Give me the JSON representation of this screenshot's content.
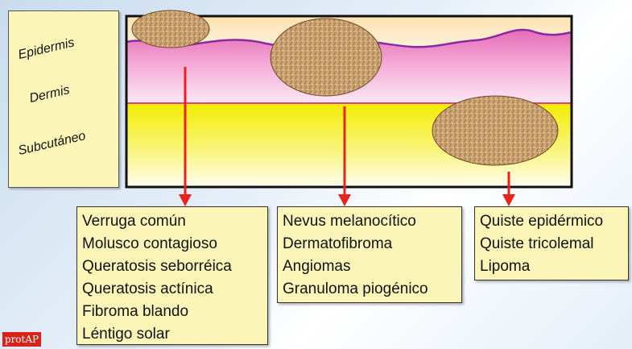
{
  "layers": {
    "epidermis": "Epidermis",
    "dermis": "Dermis",
    "subcutaneous": "Subcutáneo"
  },
  "columns": [
    {
      "items": [
        "Verruga común",
        "Molusco contagioso",
        "Queratosis seborréica",
        "Queratosis actínica",
        "Fibroma blando",
        "Léntigo solar"
      ]
    },
    {
      "items": [
        "Nevus melanocítico",
        "Dermatofibroma",
        "Angiomas",
        "Granuloma piogénico"
      ]
    },
    {
      "items": [
        "Quiste epidérmico",
        "Quiste tricolemal",
        "Lipoma"
      ]
    }
  ],
  "colors": {
    "epidermis_top": "#fbe9c7",
    "dermis": "#f080c8",
    "subcutaneous": "#f6f000",
    "arrow": "#e8231e",
    "lesion": "#c8a070",
    "box": "#fbf6b8",
    "logo_bg": "#d9231a"
  },
  "logo": "protAP"
}
